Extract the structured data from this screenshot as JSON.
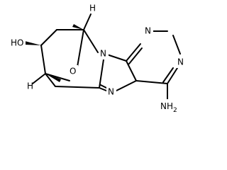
{
  "molecule": {
    "atom_labels": {
      "hydroxyl": "HO",
      "bridge_oxygen": "O",
      "bridgehead_h_top": "H",
      "bridgehead_h_left": "H",
      "n9": "N",
      "n1": "N",
      "n3": "N",
      "n7": "N",
      "amine": "NH",
      "amine_subscript": "2"
    }
  }
}
